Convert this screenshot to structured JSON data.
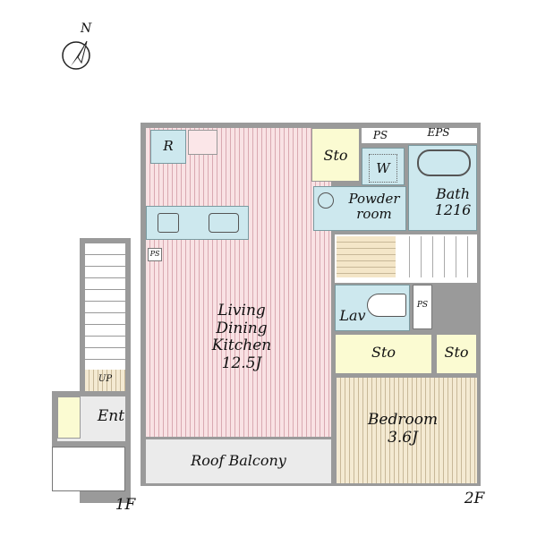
{
  "compass": {
    "label": "N"
  },
  "floor_labels": {
    "first": "1F",
    "second": "2F"
  },
  "rooms": {
    "refrigerator": "R",
    "ldk": [
      "Living",
      "Dining",
      "Kitchen",
      "12.5J"
    ],
    "ps_ldk": "PS",
    "storage1": "Sto",
    "ps_top": "PS",
    "eps": "EPS",
    "washer": "W",
    "powder": [
      "Powder",
      "room"
    ],
    "bath": [
      "Bath",
      "1216"
    ],
    "lav": "Lav",
    "ps_lav": "PS",
    "storage2": "Sto",
    "storage3": "Sto",
    "bedroom": [
      "Bedroom",
      "3.6J"
    ],
    "balcony": "Roof Balcony",
    "up": "UP",
    "entrance": "Ent"
  },
  "colors": {
    "wall": "#9a9a9a",
    "ldk": "#f9e2e4",
    "wet": "#cde8ee",
    "storage": "#fbfbd2",
    "bedroom": "#f4ead2"
  }
}
